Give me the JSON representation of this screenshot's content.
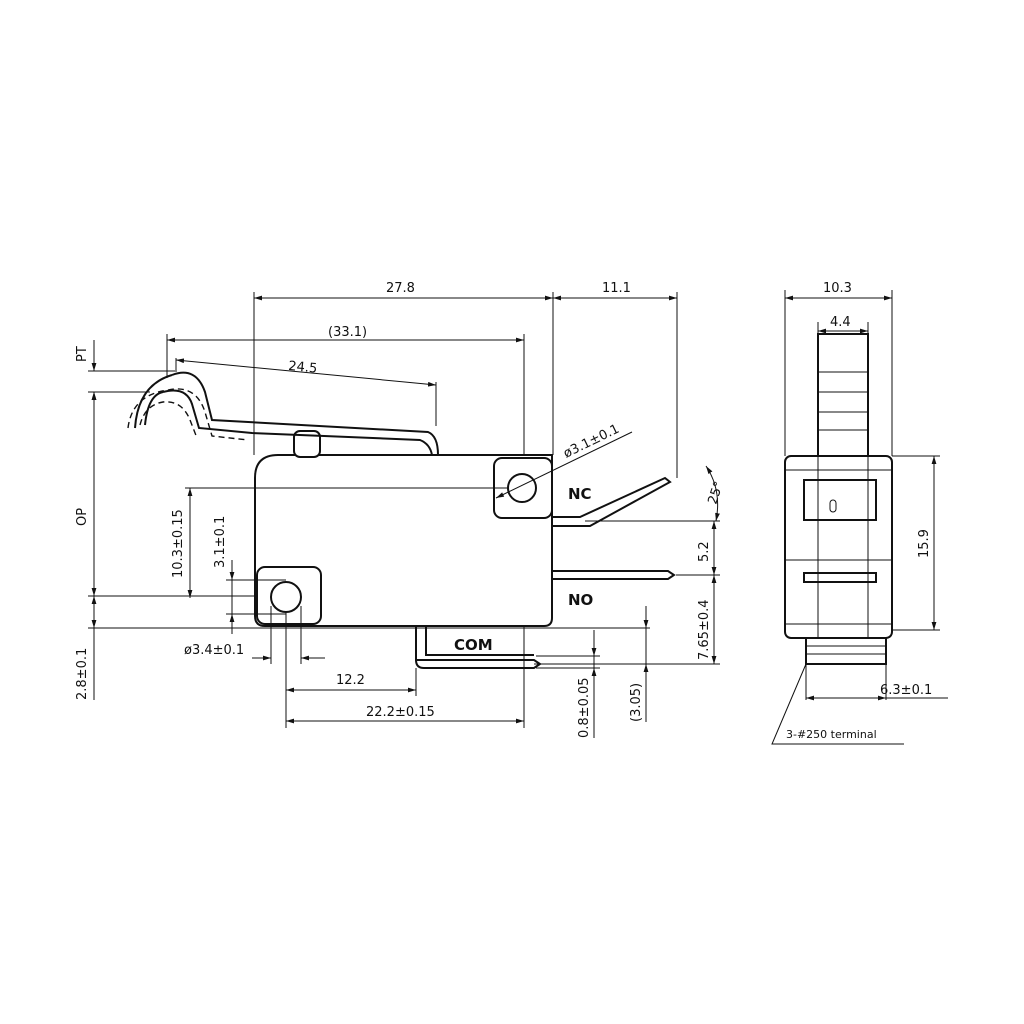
{
  "side_view": {
    "terminals": {
      "nc": "NC",
      "no": "NO",
      "com": "COM"
    },
    "dimensions": {
      "width_27_8": "27.8",
      "width_11_1": "11.1",
      "width_33_1": "(33.1)",
      "lever_24_5": "24.5",
      "pt": "PT",
      "op": "OP",
      "hole_top": "ø3.1±0.1",
      "hole_bottom": "ø3.4±0.1",
      "height_10_3": "10.3±0.15",
      "height_3_1": "3.1±0.1",
      "angle": "25°",
      "gap_5_2": "5.2",
      "no_7_65": "7.65±0.4",
      "base_2_8": "2.8±0.1",
      "com_12_2": "12.2",
      "pitch_22_2": "22.2±0.15",
      "thick_0_8": "0.8±0.05",
      "offset_3_05": "(3.05)"
    }
  },
  "end_view": {
    "dimensions": {
      "width_10_3": "10.3",
      "width_4_4": "4.4",
      "height_15_9": "15.9",
      "term_6_3": "6.3±0.1"
    },
    "note": "3-#250 terminal"
  }
}
